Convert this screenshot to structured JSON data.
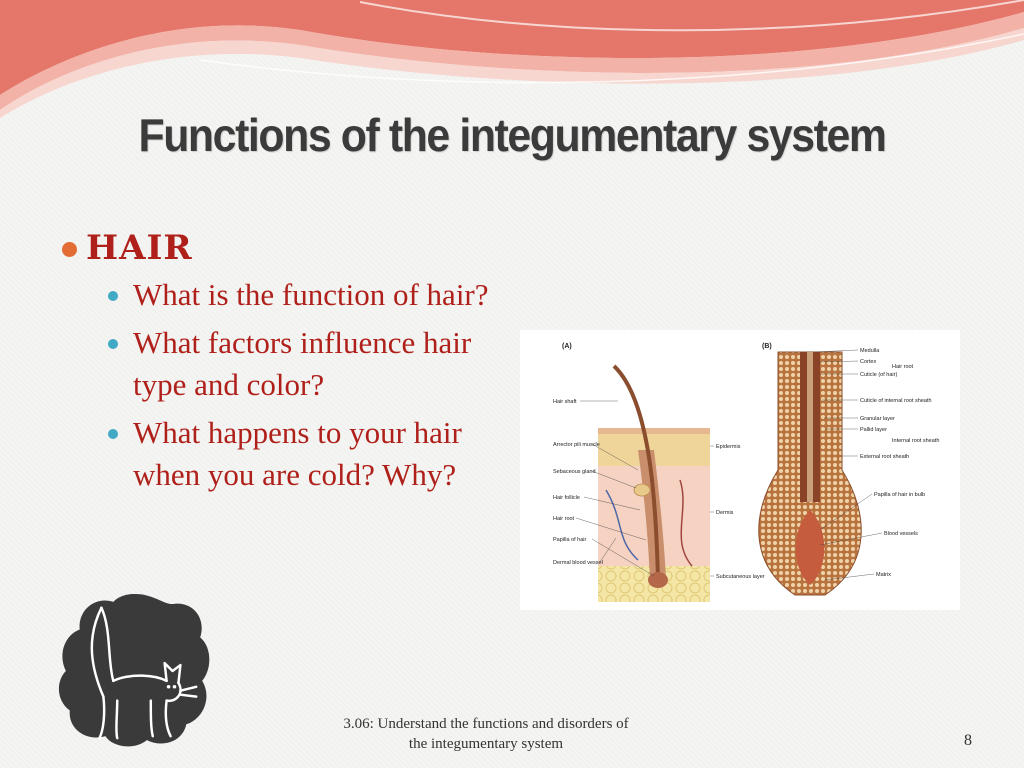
{
  "slide": {
    "title": "Functions of the integumentary system",
    "bullet": "HAIR",
    "subbullets": [
      "What is the function of hair?",
      "What factors influence hair type and color?",
      "What happens to your hair when you are cold? Why?"
    ],
    "footer_line1": "3.06: Understand the functions and disorders of",
    "footer_line2": "the integumentary system",
    "page_number": "8",
    "header_colors": [
      "#e5776a",
      "#f3b2a8",
      "#f7d6cf",
      "#ffffff"
    ],
    "bullet_color": "#e36c34",
    "subbullet_color": "#41a9c4",
    "text_color": "#b0201a",
    "icons": [
      "bullet-dot-icon",
      "subbullet-dot-icon",
      "black-cat-icon"
    ]
  },
  "diagram": {
    "panel_a": "(A)",
    "panel_b": "(B)",
    "left_labels": [
      "Hair shaft",
      "Arrector pili muscle",
      "Sebaceous gland",
      "Hair follicle",
      "Hair root",
      "Papilla of hair",
      "Dermal blood vessel"
    ],
    "mid_labels": [
      "Epidermis",
      "Dermis",
      "Subcutaneous layer"
    ],
    "right_labels": [
      "Medulla",
      "Cortex",
      "Cuticle (of hair)",
      "Hair root",
      "Cuticle of internal root sheath",
      "Granular layer",
      "Pallid layer",
      "Internal root sheath",
      "External root sheath",
      "Papilla of hair in bulb",
      "Blood vessels",
      "Matrix"
    ]
  }
}
